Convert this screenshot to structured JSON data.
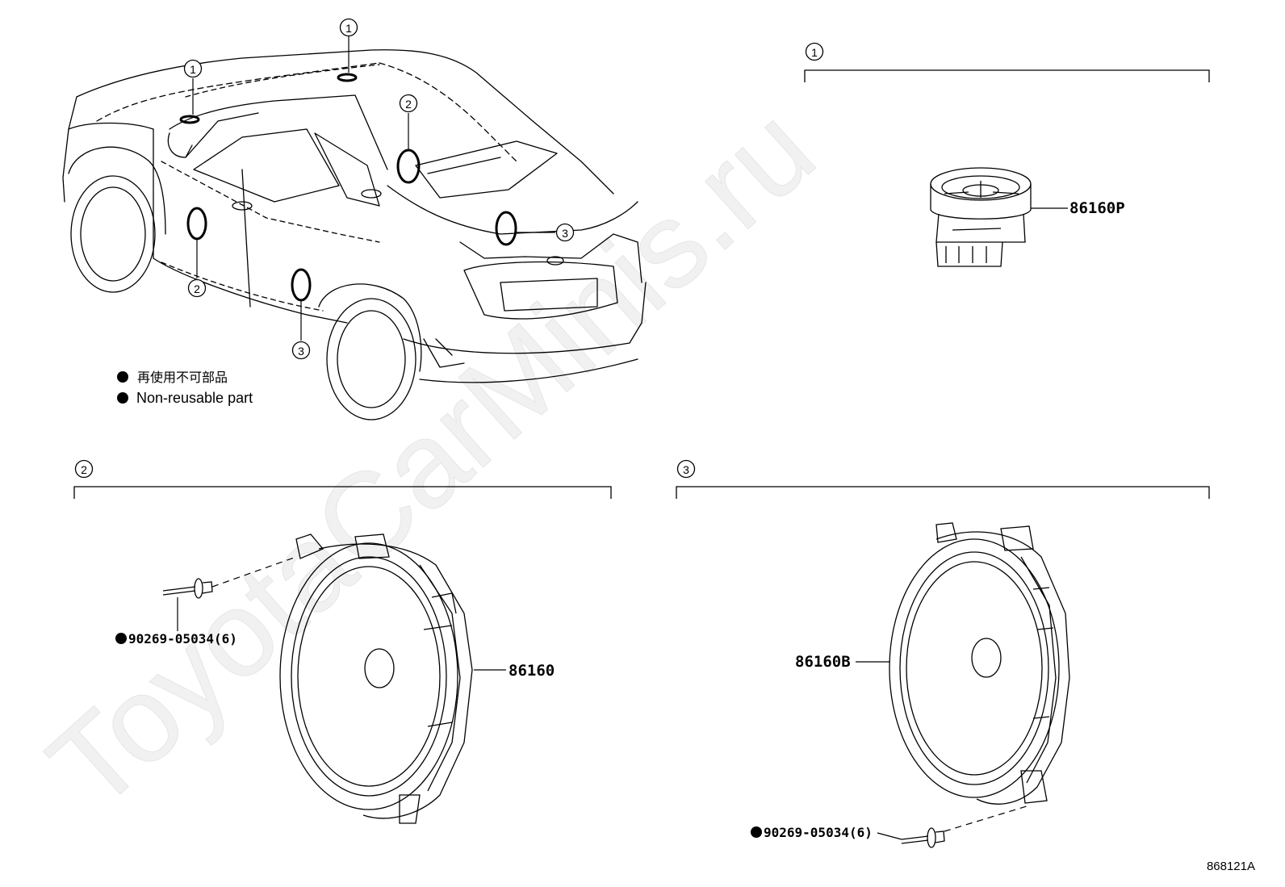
{
  "watermark": "ToyotaCarMinis.ru",
  "legend": {
    "line1": "再使用不可部品",
    "line2": "Non-reusable part"
  },
  "callouts": {
    "c1": "1",
    "c2": "2",
    "c3": "3"
  },
  "parts": {
    "tweeter": "86160P",
    "front_speaker": "86160",
    "rear_speaker": "86160B",
    "rivet_front": "90269-05034(6)",
    "rivet_rear": "90269-05034(6)"
  },
  "diagram_id": "868121A"
}
